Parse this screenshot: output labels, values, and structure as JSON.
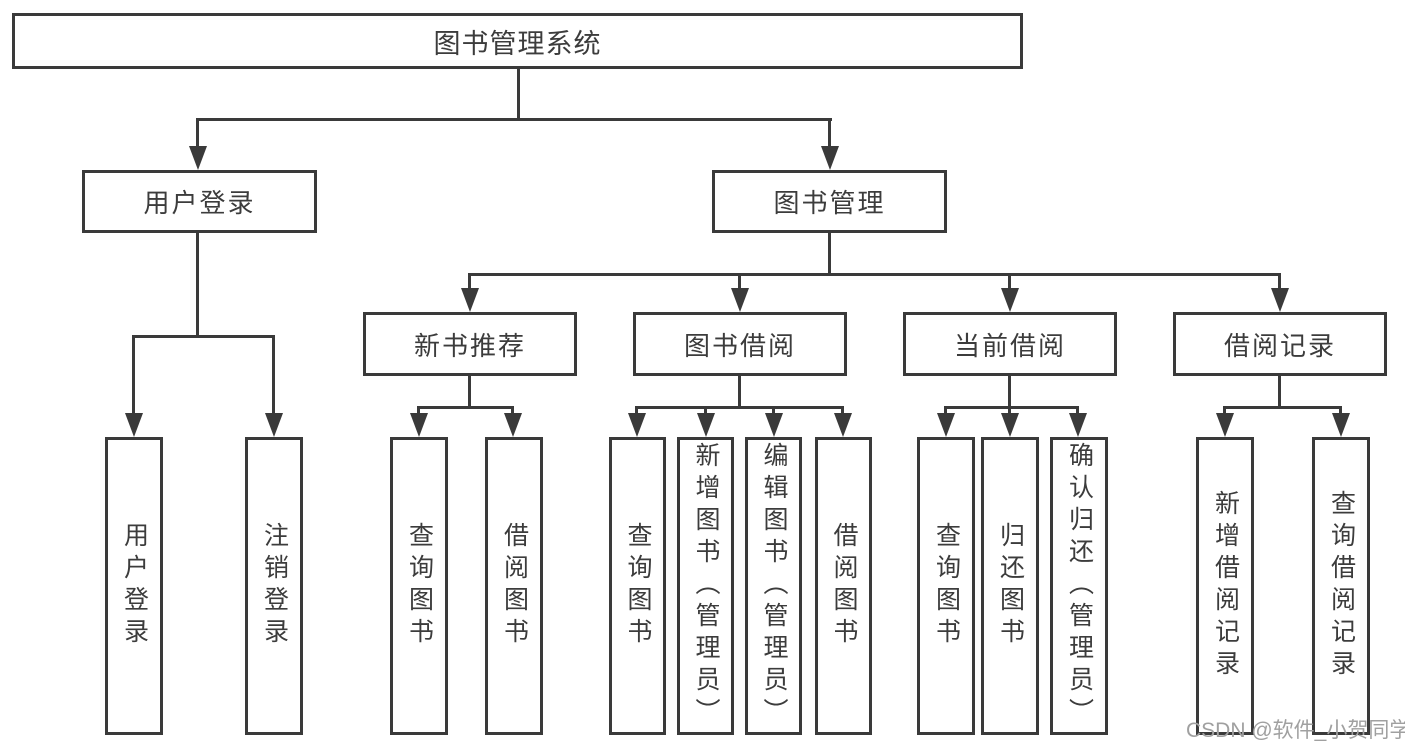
{
  "diagram": {
    "root": {
      "label": "图书管理系统"
    },
    "level2": [
      {
        "label": "用户登录"
      },
      {
        "label": "图书管理"
      }
    ],
    "level3": [
      {
        "label": "新书推荐"
      },
      {
        "label": "图书借阅"
      },
      {
        "label": "当前借阅"
      },
      {
        "label": "借阅记录"
      }
    ],
    "leaves": [
      {
        "label": "用户登录"
      },
      {
        "label": "注销登录"
      },
      {
        "label": "查询图书"
      },
      {
        "label": "借阅图书"
      },
      {
        "label": "查询图书"
      },
      {
        "label": "新增图书（管理员）"
      },
      {
        "label": "编辑图书（管理员）"
      },
      {
        "label": "借阅图书"
      },
      {
        "label": "查询图书"
      },
      {
        "label": "归还图书"
      },
      {
        "label": "确认归还（管理员）"
      },
      {
        "label": "新增借阅记录"
      },
      {
        "label": "查询借阅记录"
      }
    ]
  },
  "watermark": {
    "text": "CSDN @软件_小贺同学"
  },
  "colors": {
    "line": "#3a3a3a",
    "text": "#3c3c3c",
    "watermark": "#a0a0a0",
    "background": "#ffffff"
  }
}
